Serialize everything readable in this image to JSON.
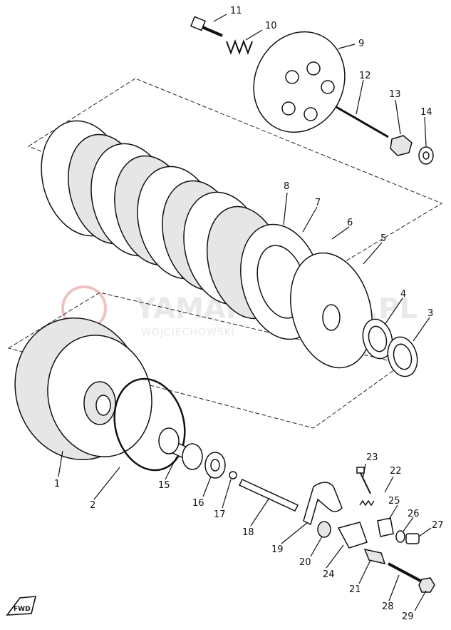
{
  "watermark": {
    "text": "YAMAHASKLEP.PL",
    "subtext": "WOJCIECHOWSKI",
    "logo_color": "#e8a8a8"
  },
  "fwd_badge": "FWD",
  "callouts": [
    {
      "id": "1",
      "label": "1"
    },
    {
      "id": "2",
      "label": "2"
    },
    {
      "id": "3",
      "label": "3"
    },
    {
      "id": "4",
      "label": "4"
    },
    {
      "id": "5",
      "label": "5"
    },
    {
      "id": "6",
      "label": "6"
    },
    {
      "id": "7",
      "label": "7"
    },
    {
      "id": "8",
      "label": "8"
    },
    {
      "id": "9",
      "label": "9"
    },
    {
      "id": "10",
      "label": "10"
    },
    {
      "id": "11",
      "label": "11"
    },
    {
      "id": "12",
      "label": "12"
    },
    {
      "id": "13",
      "label": "13"
    },
    {
      "id": "14",
      "label": "14"
    },
    {
      "id": "15",
      "label": "15"
    },
    {
      "id": "16",
      "label": "16"
    },
    {
      "id": "17",
      "label": "17"
    },
    {
      "id": "18",
      "label": "18"
    },
    {
      "id": "19",
      "label": "19"
    },
    {
      "id": "20",
      "label": "20"
    },
    {
      "id": "21",
      "label": "21"
    },
    {
      "id": "22",
      "label": "22"
    },
    {
      "id": "23",
      "label": "23"
    },
    {
      "id": "24",
      "label": "24"
    },
    {
      "id": "25",
      "label": "25"
    },
    {
      "id": "26",
      "label": "26"
    },
    {
      "id": "27",
      "label": "27"
    },
    {
      "id": "28",
      "label": "28"
    },
    {
      "id": "29",
      "label": "29"
    }
  ]
}
